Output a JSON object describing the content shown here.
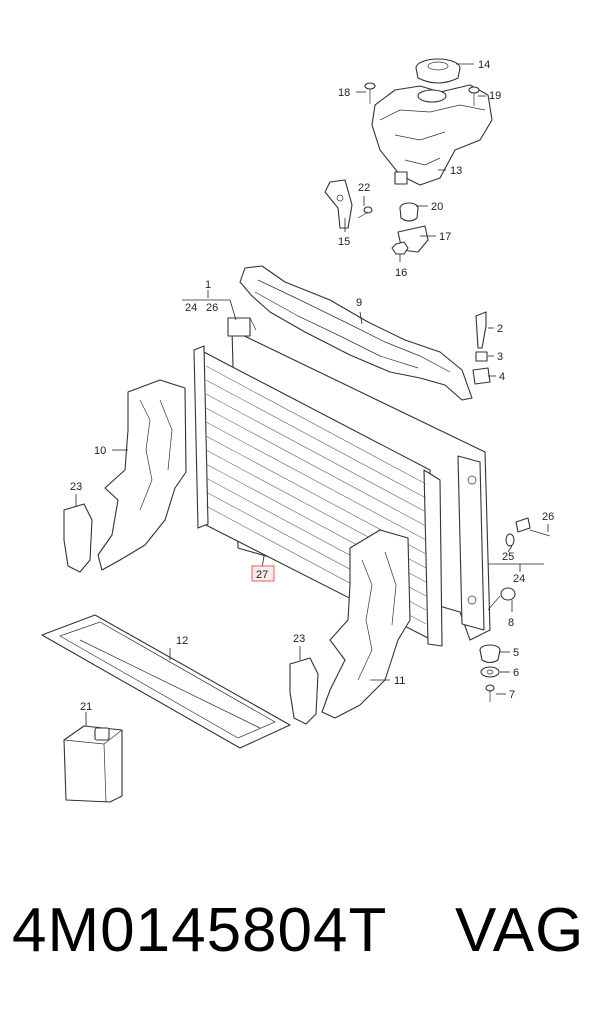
{
  "callouts": {
    "c1": "1",
    "c2": "2",
    "c3": "3",
    "c4": "4",
    "c5": "5",
    "c6": "6",
    "c7": "7",
    "c8": "8",
    "c9": "9",
    "c10": "10",
    "c11": "11",
    "c12": "12",
    "c13": "13",
    "c14": "14",
    "c15": "15",
    "c16": "16",
    "c17": "17",
    "c18": "18",
    "c19": "19",
    "c20": "20",
    "c21": "21",
    "c22": "22",
    "c23a": "23",
    "c23b": "23",
    "c24a": "24",
    "c24b": "24",
    "c25": "25",
    "c26a": "26",
    "c26b": "26",
    "c27": "27"
  },
  "highlight_color": "#e06060",
  "footer": {
    "part_number": "4M0145804T",
    "brand": "VAG"
  }
}
